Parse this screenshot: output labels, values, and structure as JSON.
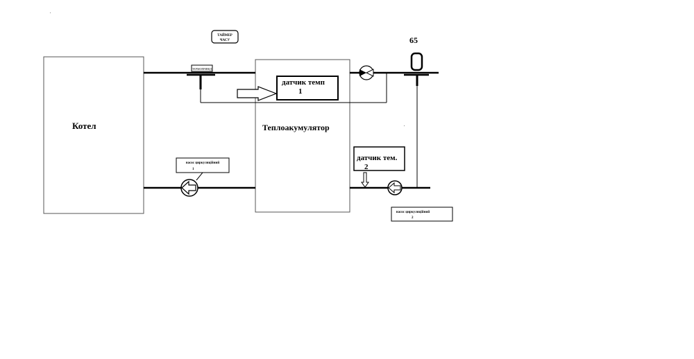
{
  "labels": {
    "boiler": "Котел",
    "accumulator": "Теплоакумулятор",
    "timer_line1": "ТАЙМЕР",
    "timer_line2": "ЧАСУ",
    "thermostat": "ТЕРМОПРИВІД",
    "temp_value": "65",
    "sensor1_line1": "датчик темп",
    "sensor1_line2": "1",
    "sensor2_line1": "датчик тем.",
    "sensor2_line2": "2",
    "pump1_line1": "насос циркуляційний",
    "pump1_line2": "1",
    "pump2_line1": "насос циркуляційний",
    "pump2_line2": "2"
  },
  "colors": {
    "line": "#000000",
    "box_border": "#555555",
    "background": "#ffffff",
    "sensor_digit": "#8a6d00"
  }
}
